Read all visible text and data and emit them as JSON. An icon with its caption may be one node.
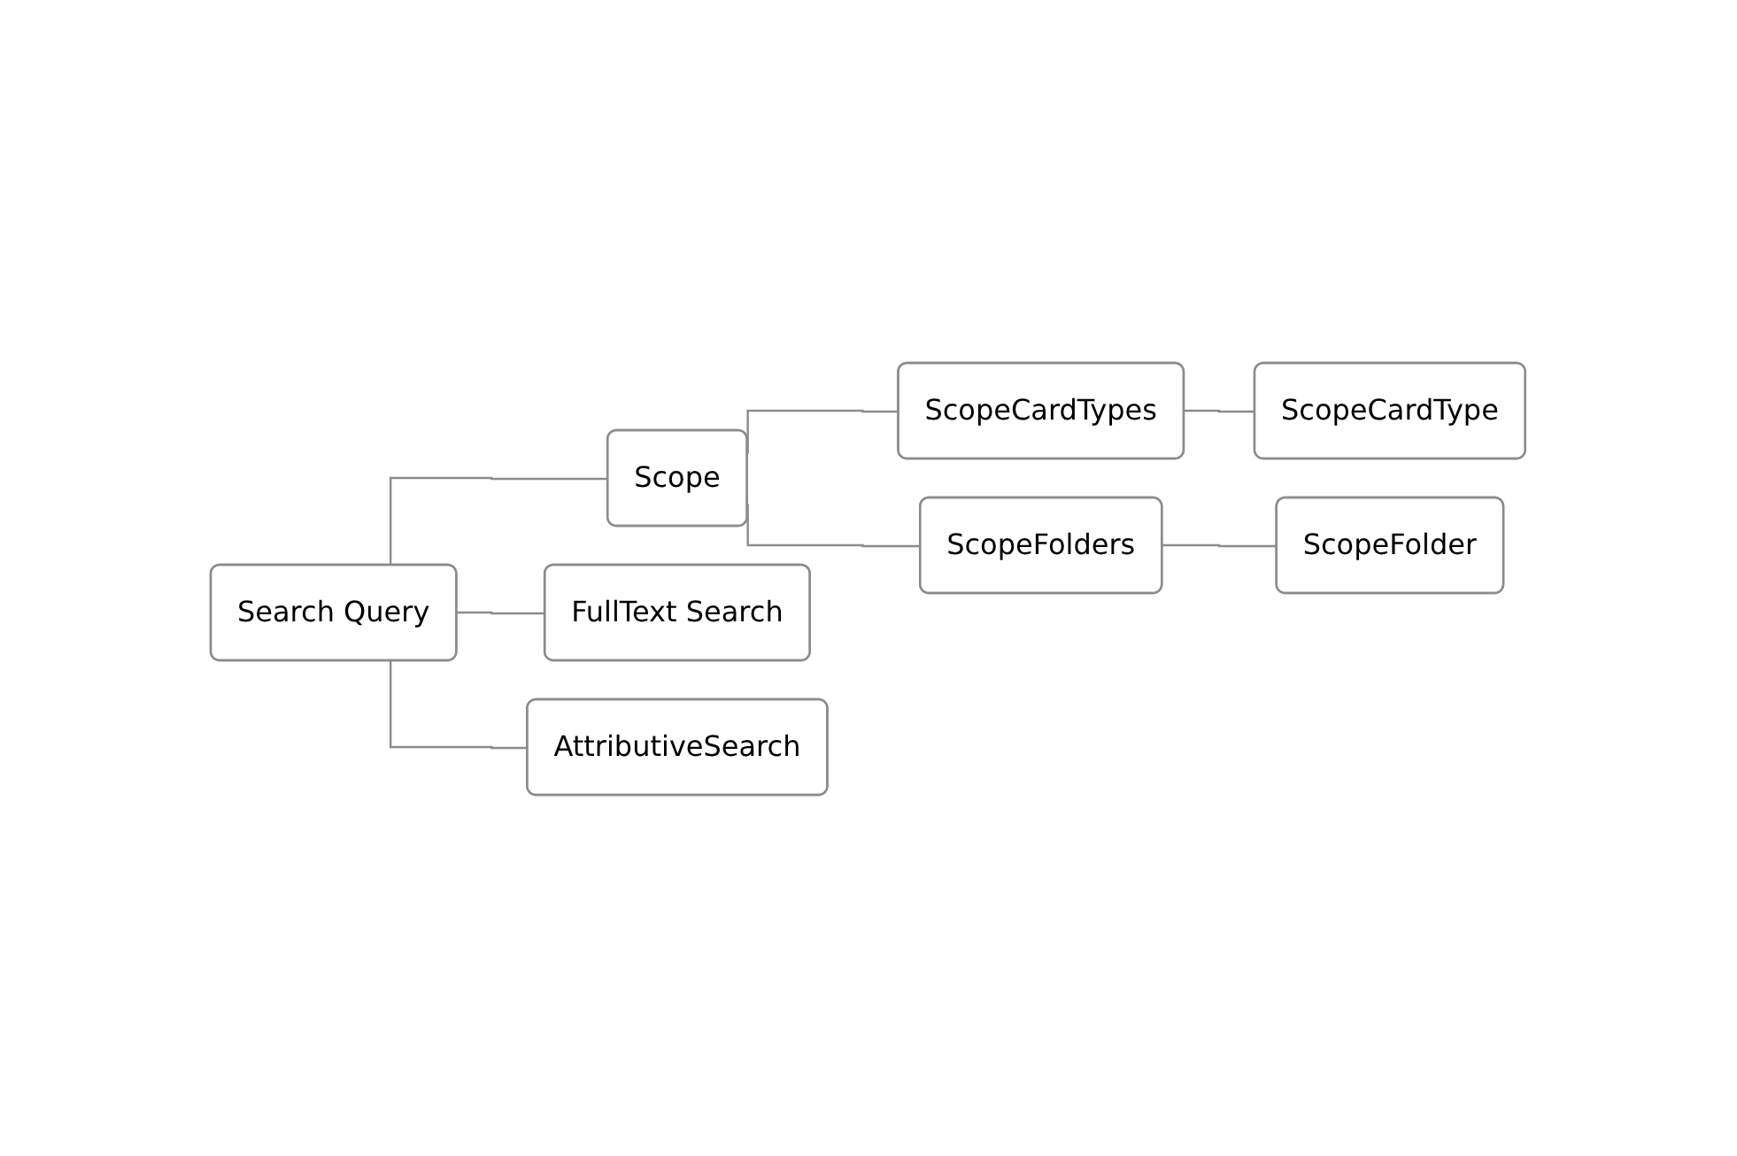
{
  "diagram": {
    "nodes": [
      {
        "text": [
          "Search Query"
        ]
      },
      {
        "text": [
          "Scope"
        ]
      },
      {
        "text": [
          "ScopeCardTypes"
        ]
      },
      {
        "text": [
          "ScopeCardType"
        ]
      },
      {
        "text": [
          "ScopeFolders"
        ]
      },
      {
        "text": [
          "ScopeFolder"
        ]
      },
      {
        "text": [
          "FullText Search"
        ]
      },
      {
        "text": [
          "AttributiveSearch"
        ]
      }
    ],
    "edges": [
      {
        "from": 0,
        "to": 1,
        "arrow": "none"
      },
      {
        "from": 1,
        "to": 2,
        "arrow": "none"
      },
      {
        "from": 2,
        "to": 3,
        "arrow": "none"
      },
      {
        "from": 1,
        "to": 4,
        "arrow": "none"
      },
      {
        "from": 4,
        "to": 5,
        "arrow": "none"
      },
      {
        "from": 0,
        "to": 6,
        "arrow": "none"
      },
      {
        "from": 0,
        "to": 7,
        "arrow": "none"
      }
    ]
  }
}
